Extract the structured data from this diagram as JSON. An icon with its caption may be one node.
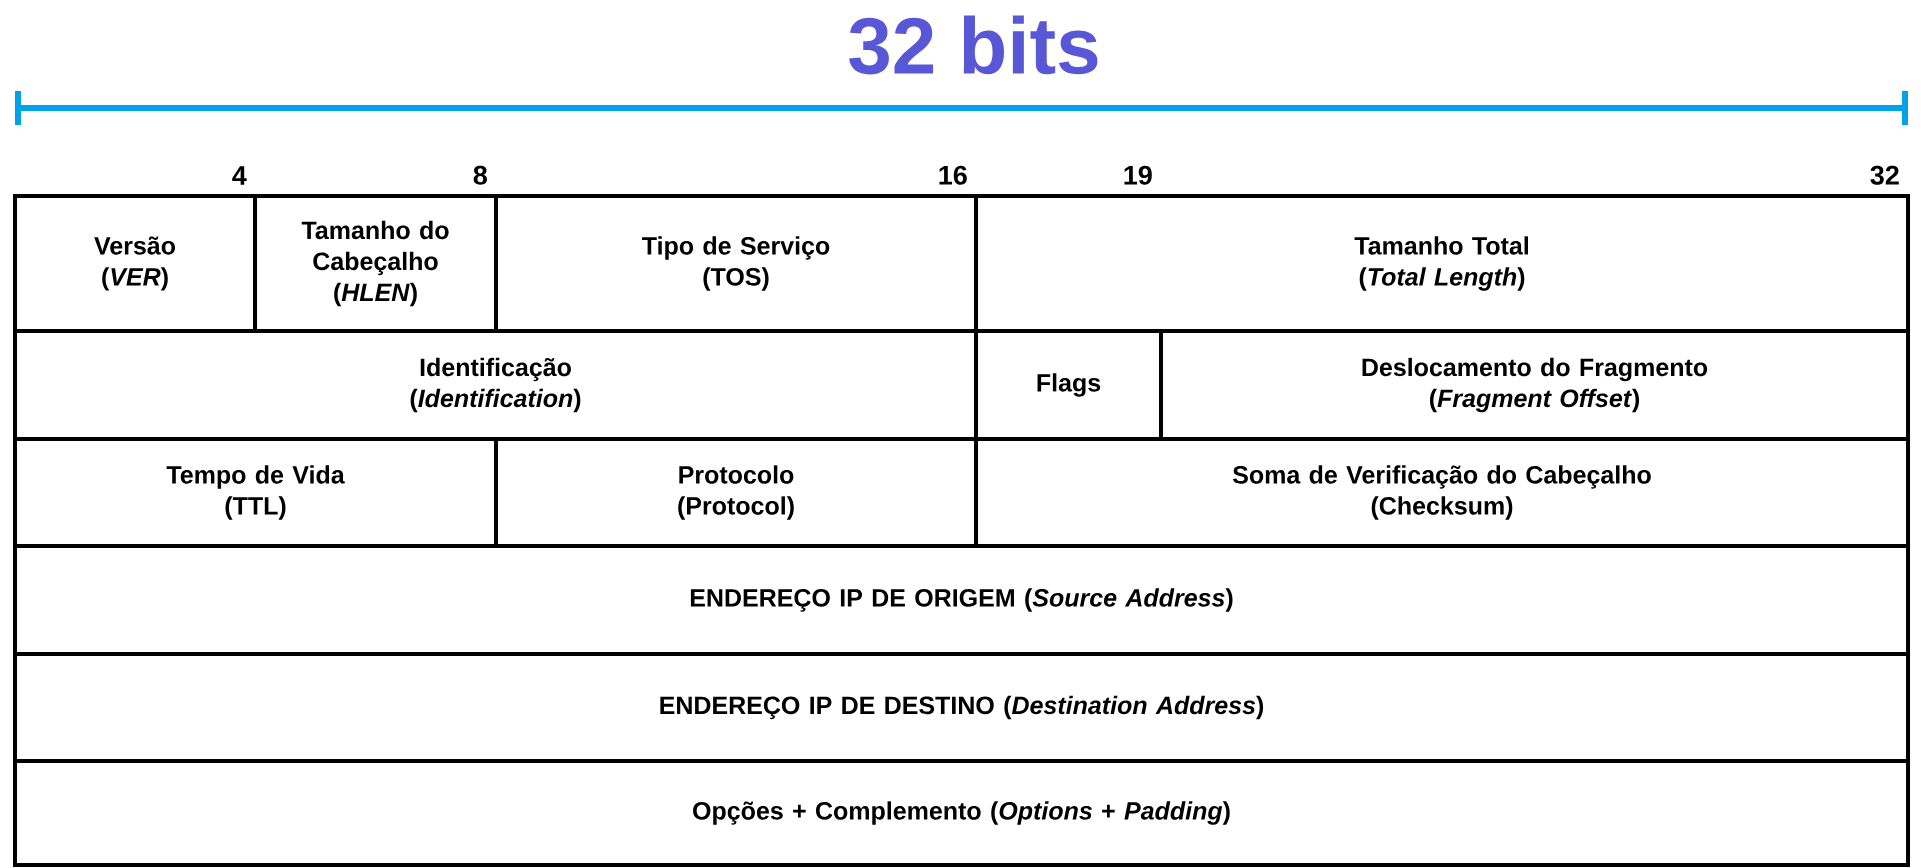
{
  "diagram": {
    "title": "32 bits",
    "nodes": [
      {
        "text": [
          "Versão",
          "(*VER*)"
        ]
      },
      {
        "text": [
          "Tamanho do Cabeçalho",
          "(*HLEN*)"
        ]
      },
      {
        "text": [
          "Tipo de Serviço",
          "(TOS)"
        ]
      },
      {
        "text": [
          "Tamanho Total",
          "(*Total Length*)"
        ]
      },
      {
        "text": [
          "Identificação",
          "(*Identification*)"
        ]
      },
      {
        "text": [
          "Flags"
        ]
      },
      {
        "text": [
          "Deslocamento do Fragmento",
          "(*Fragment Offset*)"
        ]
      },
      {
        "text": [
          "Tempo de Vida",
          "(TTL)"
        ]
      },
      {
        "text": [
          "Protocolo",
          "(Protocol)"
        ]
      },
      {
        "text": [
          "Soma de Verificação do Cabeçalho",
          "(Checksum)"
        ]
      },
      {
        "text": [
          "ENDEREÇO IP DE ORIGEM (*Source Address*)"
        ]
      },
      {
        "text": [
          "ENDEREÇO IP DE DESTINO (*Destination Address*)"
        ]
      },
      {
        "text": [
          "Opções + Complemento (*Options* + *Padding*)"
        ]
      }
    ],
    "labels": [
      "4",
      "8",
      "16",
      "19",
      "32"
    ]
  }
}
